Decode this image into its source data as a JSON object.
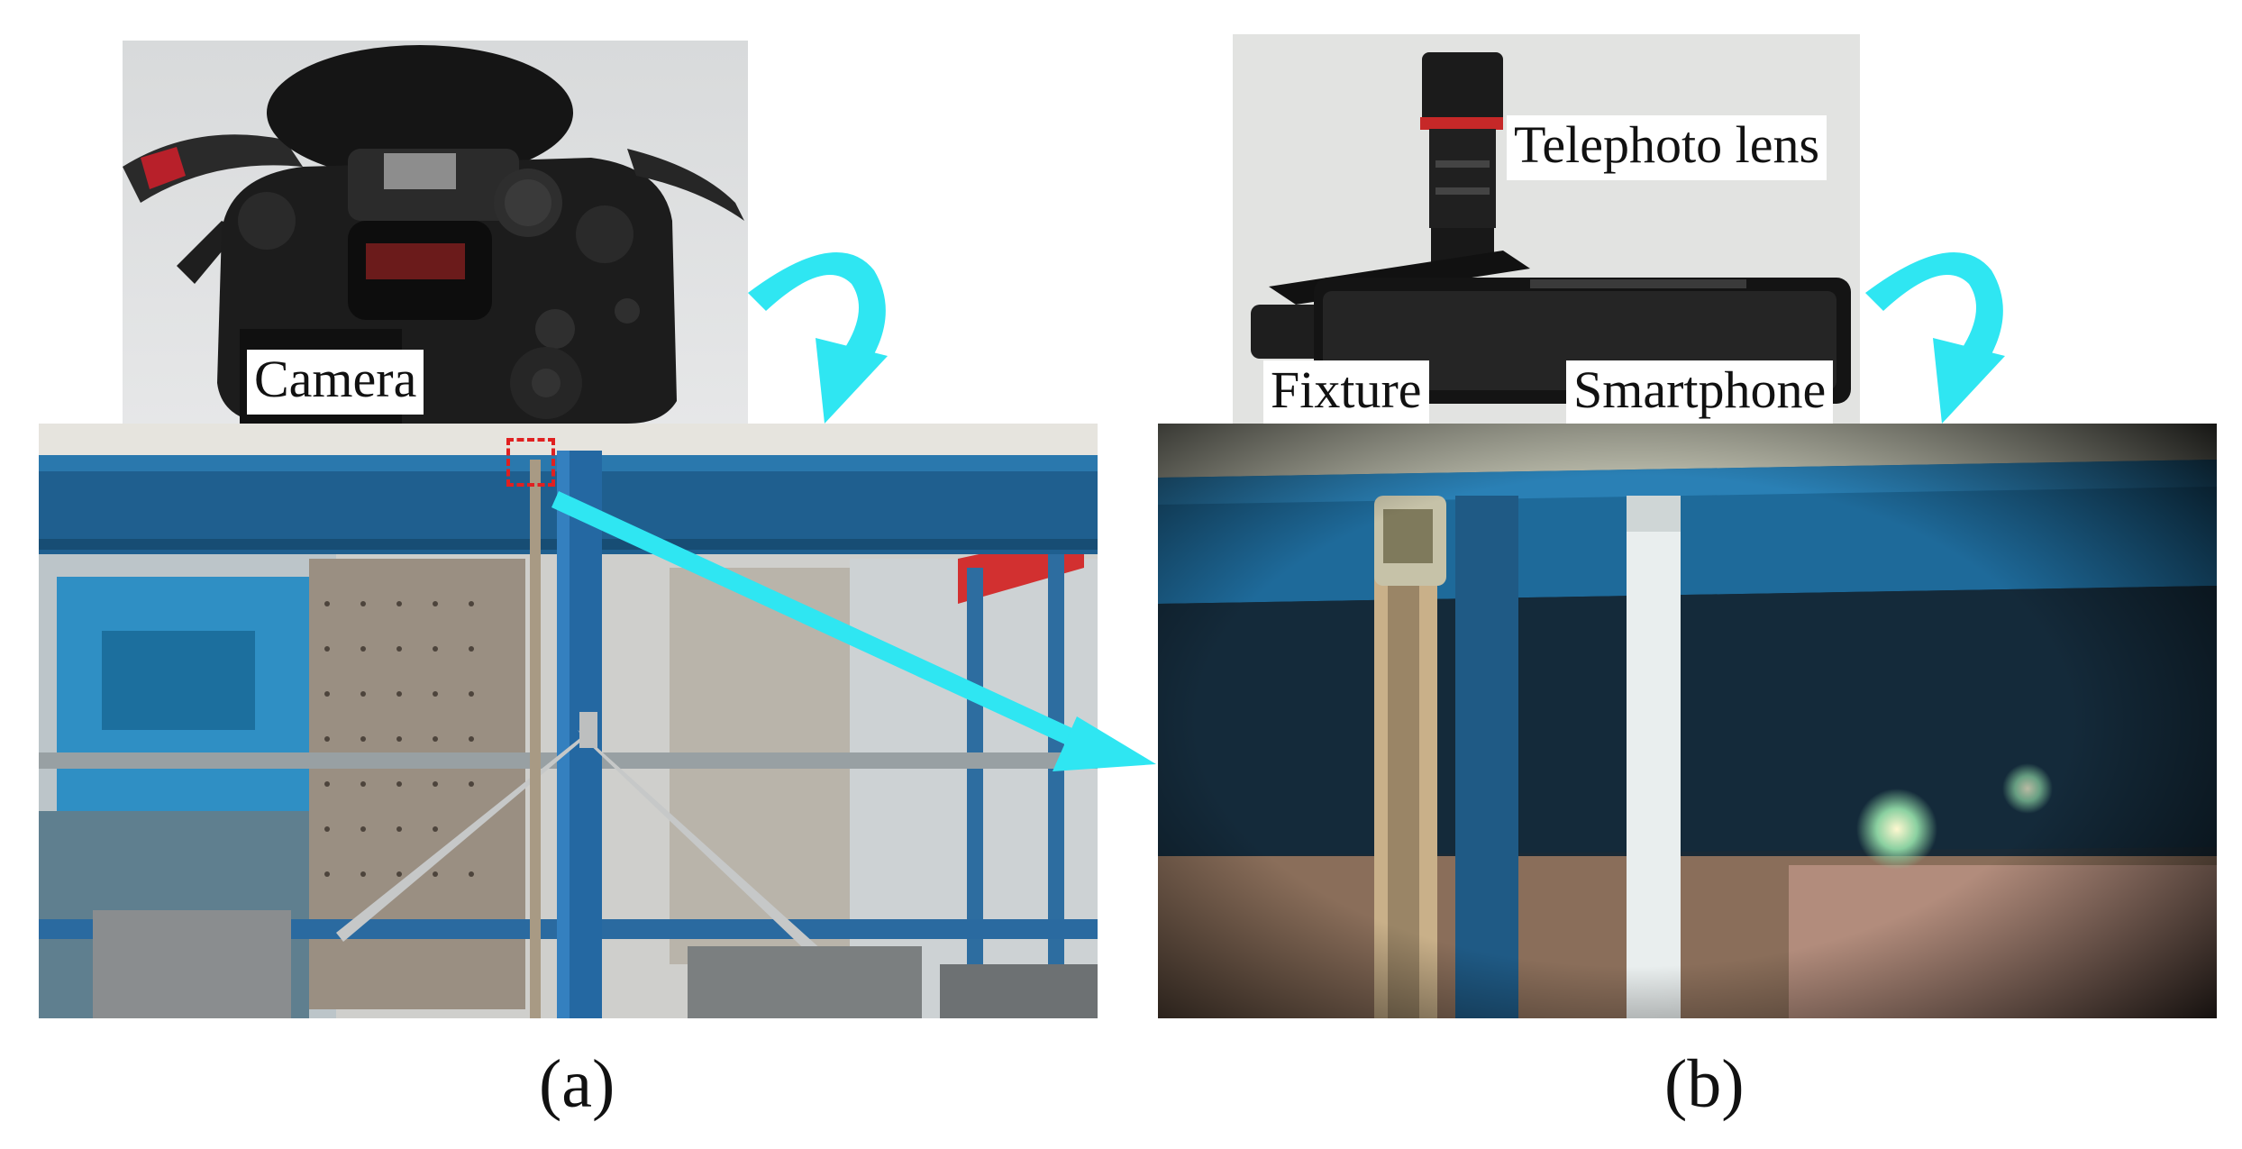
{
  "figure": {
    "panel_a": {
      "caption": "(a)",
      "camera_label": "Camera"
    },
    "panel_b": {
      "caption": "(b)",
      "telephoto_label": "Telephoto lens",
      "fixture_label": "Fixture",
      "smartphone_label": "Smartphone"
    }
  },
  "colors": {
    "arrow_cyan": "#2fe6f2",
    "marker_red": "#e02020",
    "steel_blue": "#1f5f8f"
  }
}
